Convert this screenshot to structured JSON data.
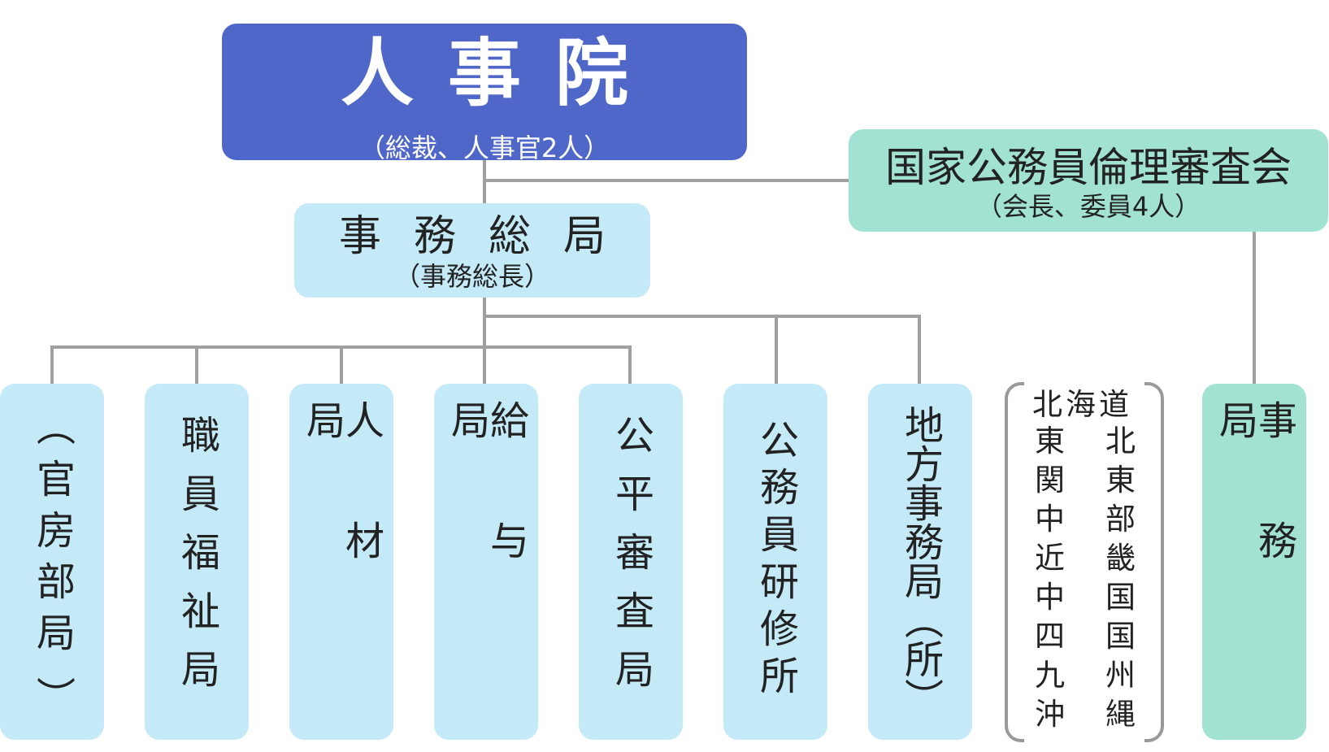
{
  "authority": {
    "title": "人事院",
    "subtitle": "（総裁、人事官2人）"
  },
  "ethics_board": {
    "title": "国家公務員倫理審査会",
    "subtitle": "（会長、委員4人）"
  },
  "general_secretariat": {
    "title": "事務総局",
    "subtitle": "（事務総長）"
  },
  "bureaus": [
    {
      "label": "官房部局"
    },
    {
      "label": "職員福祉局"
    },
    {
      "label": "人材局"
    },
    {
      "label": "給与局"
    },
    {
      "label": "公平審査局"
    },
    {
      "label": "公務員研修所"
    },
    {
      "label": "地方事務局"
    }
  ],
  "bureau_paren": {
    "open": "（",
    "close": "）"
  },
  "chiho_paren": "（所）",
  "regions": {
    "first": "北海道",
    "rows": [
      [
        "東",
        "北"
      ],
      [
        "関",
        "東"
      ],
      [
        "中",
        "部"
      ],
      [
        "近",
        "畿"
      ],
      [
        "中",
        "国"
      ],
      [
        "四",
        "国"
      ],
      [
        "九",
        "州"
      ],
      [
        "沖",
        "縄"
      ]
    ]
  },
  "ethics_secretariat": {
    "label": "事務局"
  },
  "colors": {
    "authority": "#4f67c8",
    "light_blue": "#c4eaf8",
    "teal": "#a1e2d2",
    "connector": "#a0a0a0"
  }
}
